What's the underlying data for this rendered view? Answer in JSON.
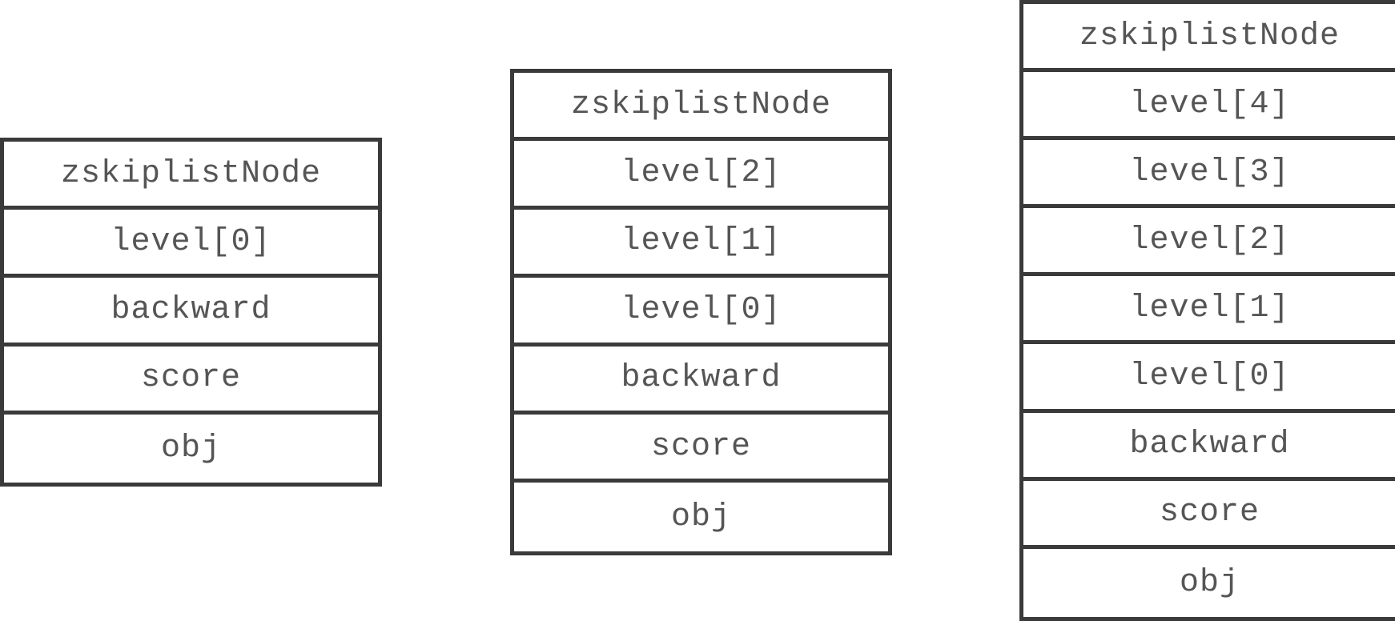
{
  "nodes": [
    {
      "cells": [
        "zskiplistNode",
        "level[0]",
        "backward",
        "score",
        "obj"
      ]
    },
    {
      "cells": [
        "zskiplistNode",
        "level[2]",
        "level[1]",
        "level[0]",
        "backward",
        "score",
        "obj"
      ]
    },
    {
      "cells": [
        "zskiplistNode",
        "level[4]",
        "level[3]",
        "level[2]",
        "level[1]",
        "level[0]",
        "backward",
        "score",
        "obj"
      ]
    }
  ],
  "colors": {
    "border": "#3a3a3a",
    "text": "#555555",
    "background": "#ffffff"
  }
}
